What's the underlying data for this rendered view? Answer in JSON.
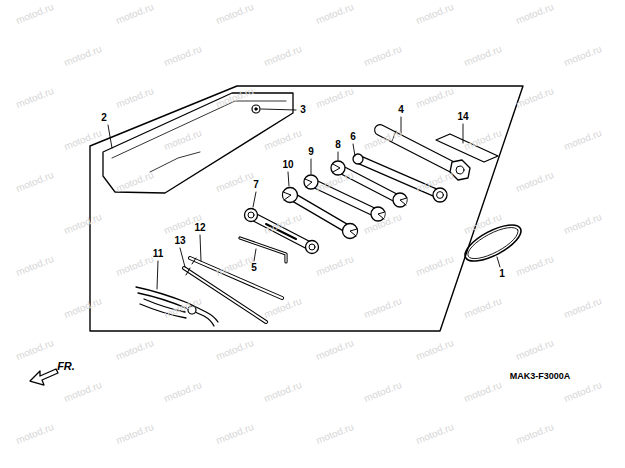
{
  "diagram": {
    "labels": [
      "2",
      "3",
      "4",
      "14",
      "6",
      "8",
      "9",
      "10",
      "7",
      "5",
      "12",
      "13",
      "11",
      "1",
      "FR.",
      "MAK3-F3000A",
      "motod.ru",
      "motod.ru",
      "motod.ru",
      "motod.ru",
      "motod.ru",
      "motod.ru",
      "motod.ru",
      "motod.ru",
      "motod.ru",
      "motod.ru",
      "motod.ru",
      "motod.ru",
      "motod.ru",
      "motod.ru",
      "motod.ru",
      "motod.ru",
      "motod.ru",
      "motod.ru",
      "motod.ru",
      "motod.ru",
      "motod.ru",
      "motod.ru",
      "motod.ru",
      "motod.ru",
      "motod.ru",
      "motod.ru",
      "motod.ru",
      "motod.ru",
      "motod.ru",
      "motod.ru",
      "motod.ru",
      "motod.ru",
      "motod.ru",
      "motod.ru",
      "motod.ru",
      "motod.ru",
      "motod.ru",
      "motod.ru",
      "motod.ru",
      "motod.ru",
      "motod.ru",
      "motod.ru",
      "motod.ru",
      "motod.ru",
      "motod.ru",
      "motod.ru",
      "motod.ru",
      "motod.ru",
      "motod.ru",
      "motod.ru",
      "motod.ru",
      "motod.ru",
      "motod.ru",
      "motod.ru",
      "motod.ru",
      "motod.ru",
      "motod.ru",
      "motod.ru",
      "motod.ru",
      "motod.ru",
      "motod.ru",
      "motod.ru",
      "motod.ru",
      "motod.ru",
      "motod.ru",
      "motod.ru"
    ]
  }
}
